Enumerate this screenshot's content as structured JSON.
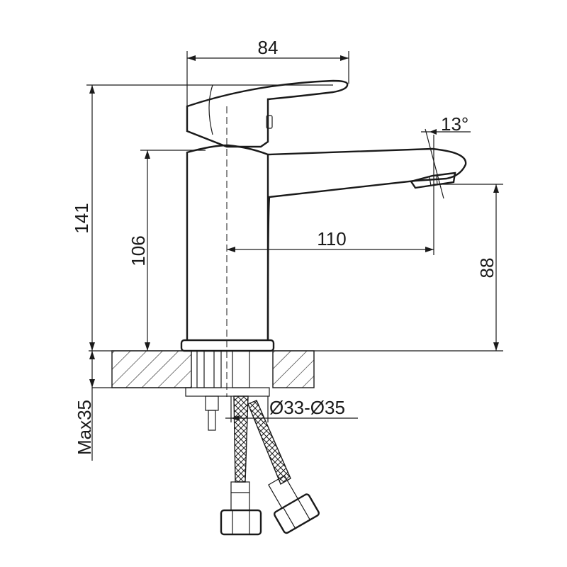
{
  "dimensions": {
    "handle_width": "84",
    "total_height": "141",
    "body_height": "106",
    "spout_reach": "110",
    "spout_height": "88",
    "spout_angle": "13°",
    "hole_diameter": "Ø33-Ø35",
    "max_thickness": "Max35"
  },
  "colors": {
    "line": "#1a1a1a",
    "background": "#ffffff"
  }
}
